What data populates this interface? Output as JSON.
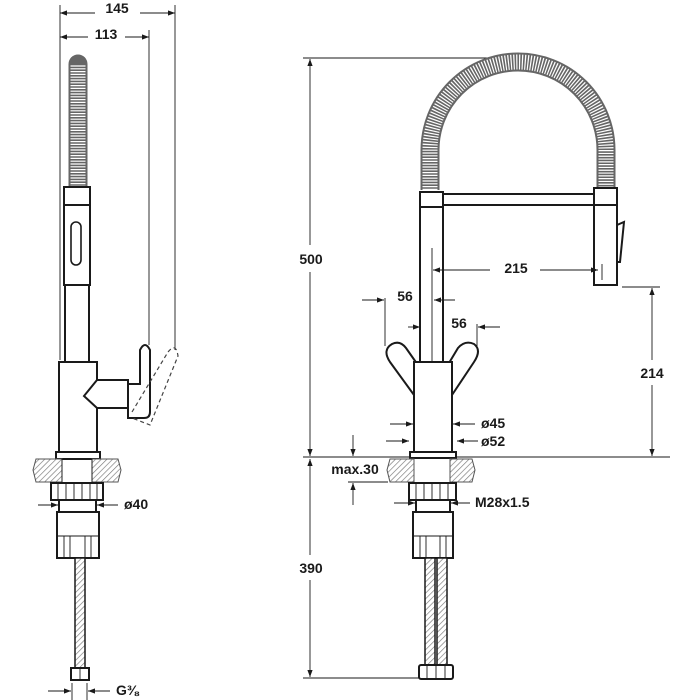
{
  "drawing": {
    "side_view": {
      "dimensions": {
        "overall_reach": "145",
        "lever_reach": "113",
        "base_diameter": "ø40",
        "connection_thread": "G⅜"
      }
    },
    "front_view": {
      "dimensions": {
        "total_height": "500",
        "hose_length": "390",
        "spout_reach": "215",
        "spout_height": "214",
        "handle_left_offset": "56",
        "handle_right_offset": "56",
        "body_diameter": "ø45",
        "flange_diameter": "ø52",
        "max_counter_thickness": "max.30",
        "mounting_thread": "M28x1.5"
      }
    }
  }
}
